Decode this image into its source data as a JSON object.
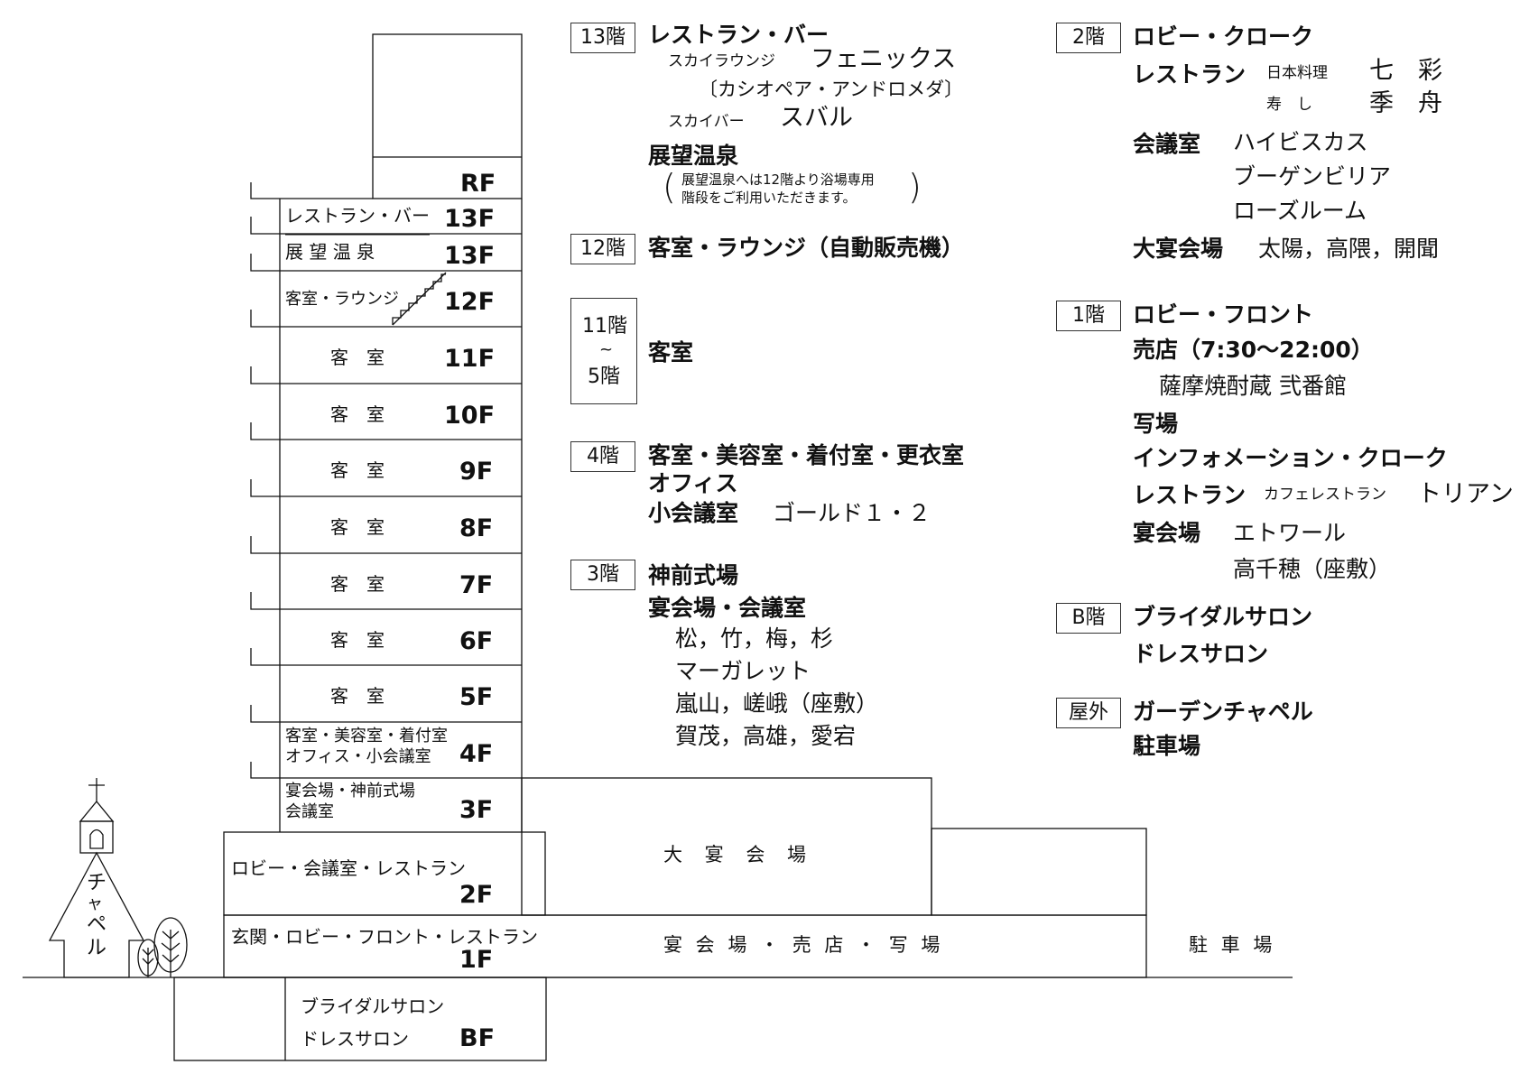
{
  "building": {
    "RF": {
      "code": "RF"
    },
    "F13a": {
      "label": "レストラン・バー",
      "code": "13F"
    },
    "F13b": {
      "label": "展 望 温 泉",
      "code": "13F"
    },
    "F12": {
      "label": "客室・ラウンジ",
      "code": "12F"
    },
    "F11": {
      "label": "客　室",
      "code": "11F"
    },
    "F10": {
      "label": "客　室",
      "code": "10F"
    },
    "F9": {
      "label": "客　室",
      "code": "9F"
    },
    "F8": {
      "label": "客　室",
      "code": "8F"
    },
    "F7": {
      "label": "客　室",
      "code": "7F"
    },
    "F6": {
      "label": "客　室",
      "code": "6F"
    },
    "F5": {
      "label": "客　室",
      "code": "5F"
    },
    "F4": {
      "label1": "客室・美容室・着付室",
      "label2": "オフィス・小会議室",
      "code": "4F"
    },
    "F3": {
      "label1": "宴会場・神前式場",
      "label2": "会議室",
      "code": "3F"
    },
    "F2": {
      "label": "ロビー・会議室・レストラン",
      "code": "2F"
    },
    "F1": {
      "label": "玄関・ロビー・フロント・レストラン",
      "code": "1F"
    },
    "BF": {
      "label1": "ブライダルサロン",
      "label2": "ドレスサロン",
      "code": "BF"
    },
    "hall_2f": "大 宴 会 場",
    "hall_1f": "宴 会 場 ・ 売 店 ・ 写 場",
    "parking": "駐 車 場",
    "chapel": [
      "チ",
      "ャ",
      "ペ",
      "ル"
    ]
  },
  "floors": {
    "f13": {
      "badge": "13階",
      "h1": "レストラン・バー",
      "sub1": "スカイラウンジ",
      "name1": "フェニックス",
      "name1b": "〔カシオペア・アンドロメダ〕",
      "sub2": "スカイバー",
      "name2": "スバル",
      "h2": "展望温泉",
      "note1": "展望温泉へは12階より浴場専用",
      "note2": "階段をご利用いただきます。"
    },
    "f12": {
      "badge": "12階",
      "h1": "客室・ラウンジ（自動販売機）"
    },
    "f11_5": {
      "badge_top": "11階",
      "badge_mid": "~",
      "badge_bot": "5階",
      "h1": "客室"
    },
    "f4": {
      "badge": "4階",
      "h1": "客室・美容室・着付室・更衣室",
      "h2": "オフィス",
      "h3": "小会議室",
      "n3": "ゴールド１・２"
    },
    "f3": {
      "badge": "3階",
      "h1": "神前式場",
      "h2": "宴会場・会議室",
      "rooms": [
        "松，竹，梅，杉",
        "マーガレット",
        "嵐山，嵯峨（座敷）",
        "賀茂，高雄，愛宕"
      ]
    },
    "f2": {
      "badge": "2階",
      "h1": "ロビー・クローク",
      "h2": "レストラン",
      "sub1": "日本料理",
      "name1": "七　彩",
      "sub2": "寿　し",
      "name2": "季　舟",
      "h3": "会議室",
      "conf": [
        "ハイビスカス",
        "ブーゲンビリア",
        "ローズルーム"
      ],
      "h4": "大宴会場",
      "n4": "太陽，高隈，開聞"
    },
    "f1": {
      "badge": "1階",
      "h1": "ロビー・フロント",
      "h2": "売店（7:30〜22:00）",
      "n2": "薩摩焼酎蔵 弐番館",
      "h3": "写場",
      "h4": "インフォメーション・クローク",
      "h5": "レストラン",
      "sub5": "カフェレストラン",
      "n5": "トリアン",
      "h6": "宴会場",
      "n6a": "エトワール",
      "n6b": "高千穂（座敷）"
    },
    "fb": {
      "badge": "B階",
      "h1": "ブライダルサロン",
      "h2": "ドレスサロン"
    },
    "out": {
      "badge": "屋外",
      "h1": "ガーデンチャペル",
      "h2": "駐車場"
    }
  }
}
